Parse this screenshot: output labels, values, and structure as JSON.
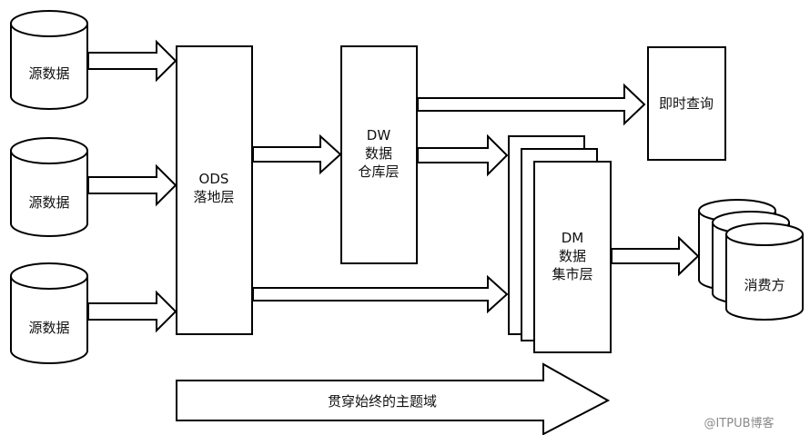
{
  "sources": [
    "源数据",
    "源数据",
    "源数据"
  ],
  "ods": {
    "line1": "ODS",
    "line2": "落地层"
  },
  "dw": {
    "line1": "DW",
    "line2": "数据",
    "line3": "仓库层"
  },
  "dm": {
    "line1": "DM",
    "line2": "数据",
    "line3": "集市层"
  },
  "query": "即时查询",
  "consumer": "消费方",
  "subject_domain": "贯穿始终的主题域",
  "watermark": "@ITPUB博客"
}
